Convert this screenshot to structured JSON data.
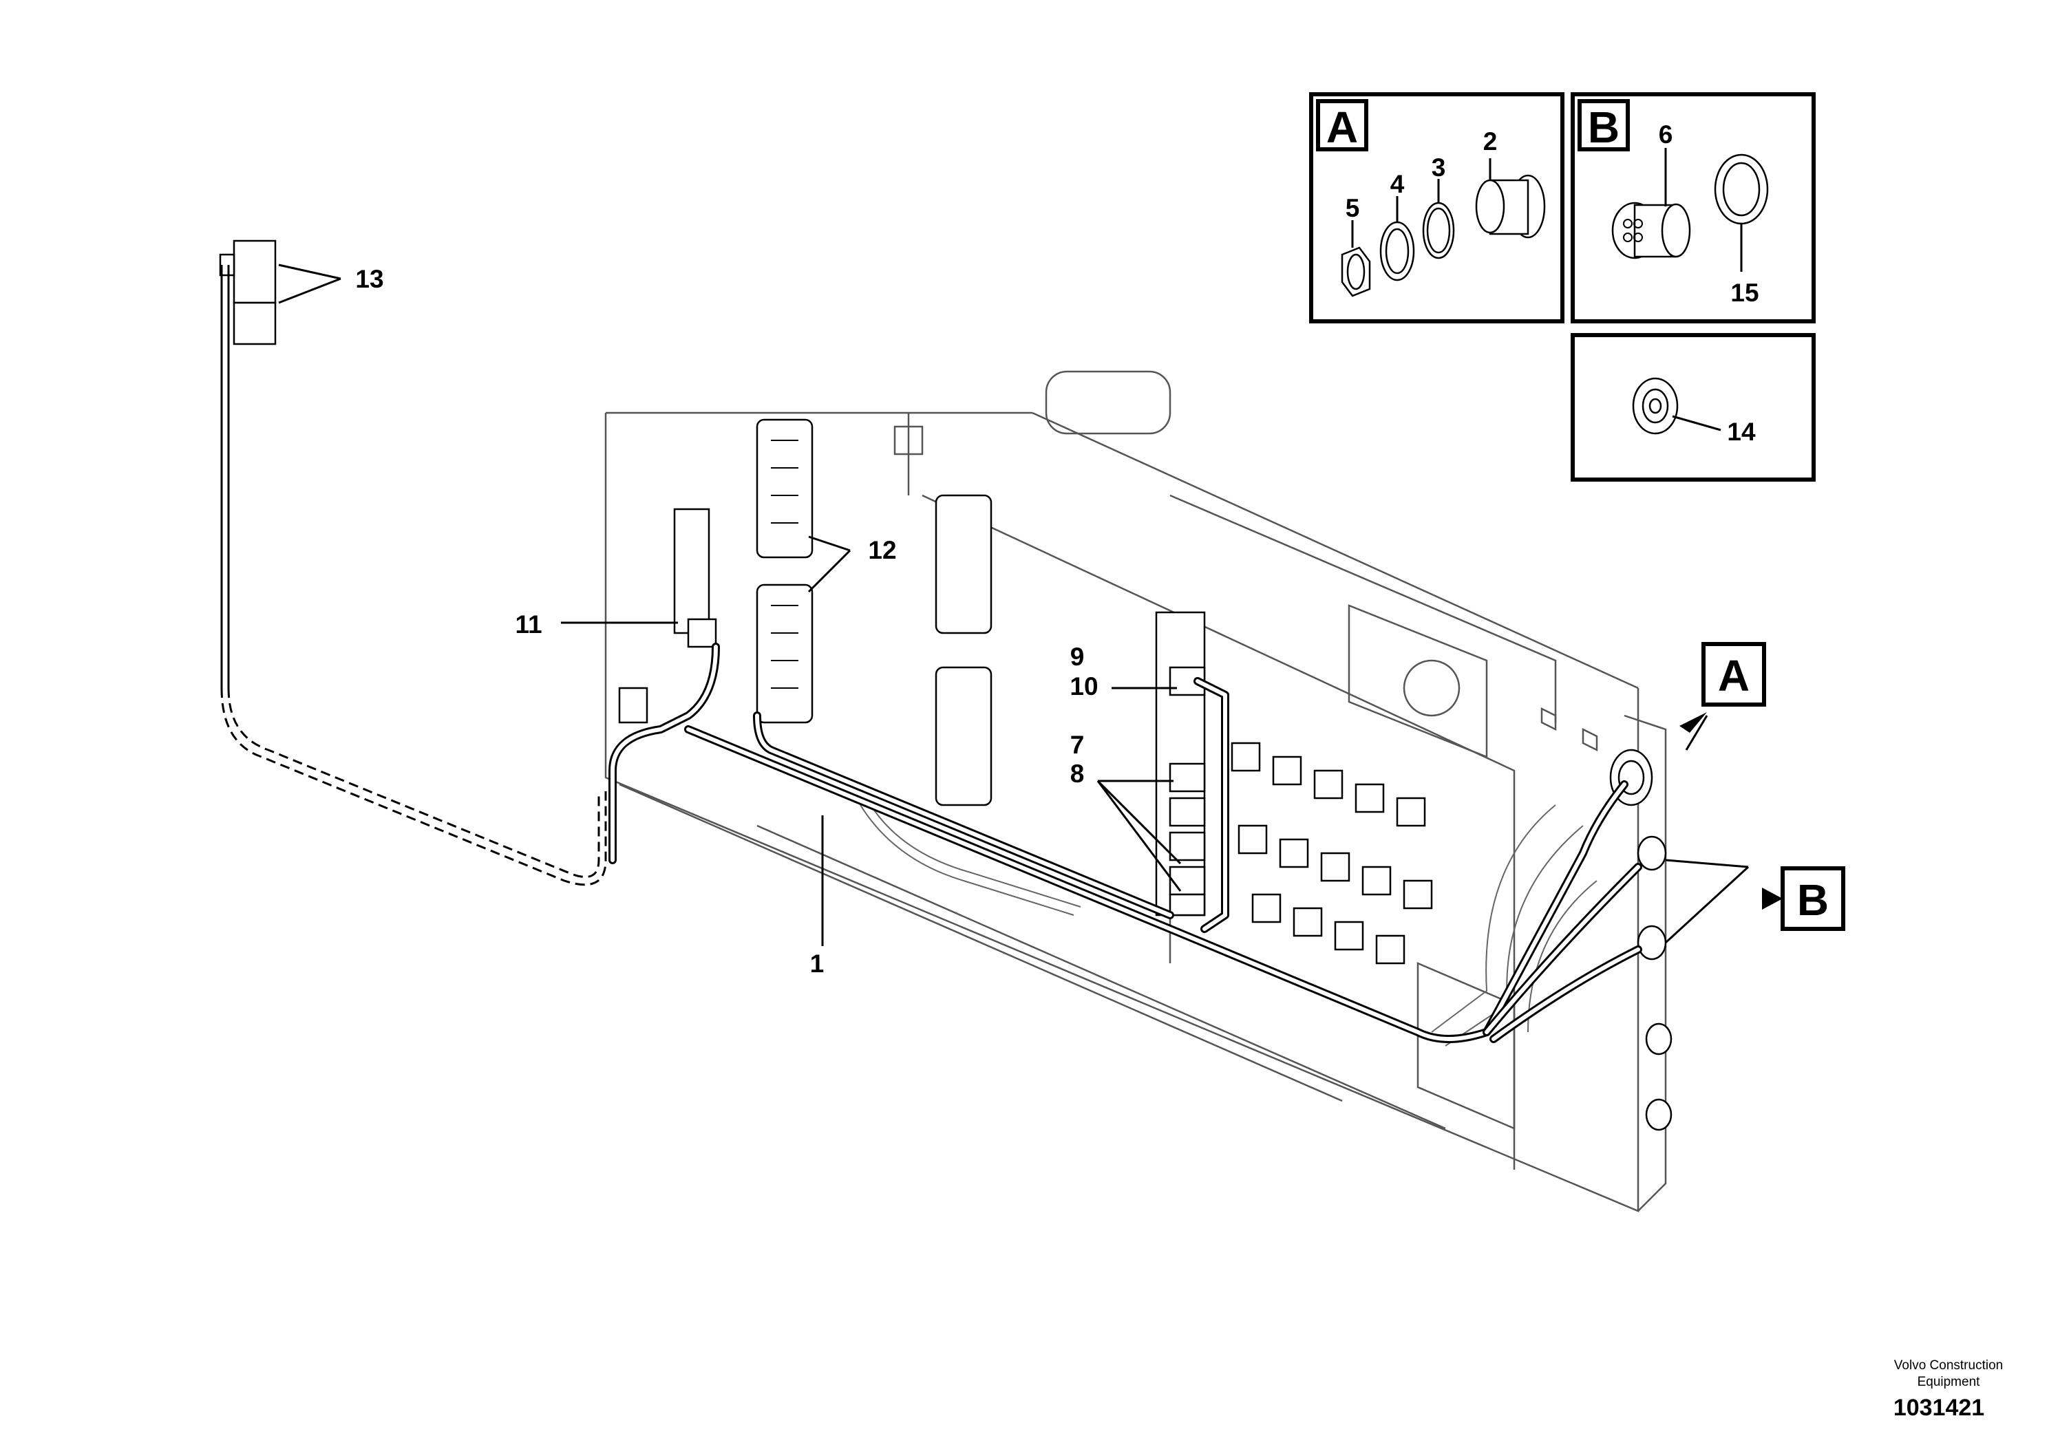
{
  "callouts": {
    "c1": "1",
    "c2": "2",
    "c3": "3",
    "c4": "4",
    "c5": "5",
    "c6": "6",
    "c7": "7",
    "c8": "8",
    "c9": "9",
    "c10": "10",
    "c11": "11",
    "c12": "12",
    "c13": "13",
    "c14": "14",
    "c15": "15"
  },
  "detail_boxes": {
    "a_label": "A",
    "b_label": "B"
  },
  "view_markers": {
    "a_label": "A",
    "b_label": "B"
  },
  "footer": {
    "brand": "Volvo Construction Equipment",
    "doc_number": "1031421"
  }
}
